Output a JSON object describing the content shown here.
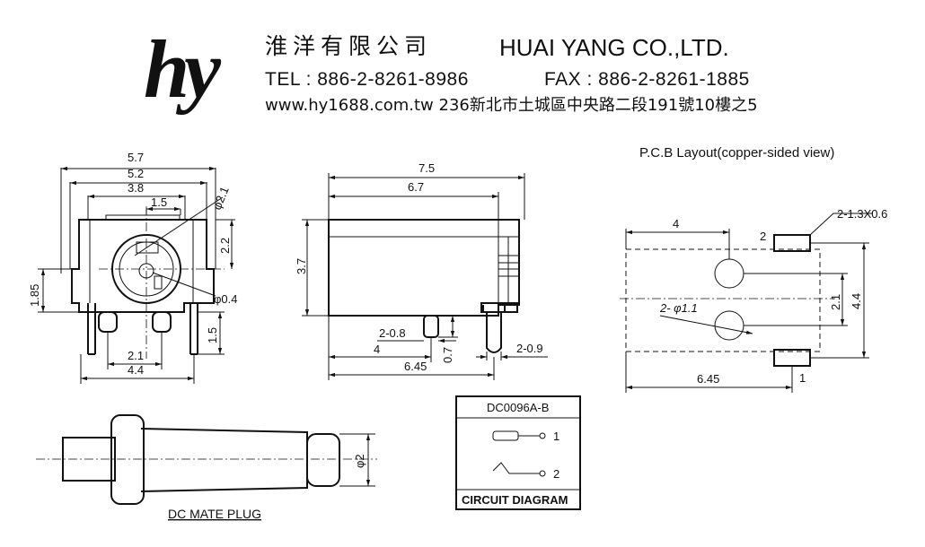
{
  "header": {
    "logo_text": "hy",
    "company_cn": "淮洋有限公司",
    "company_en": "HUAI YANG CO.,LTD.",
    "tel": "TEL : 886-2-8261-8986",
    "fax": "FAX : 886-2-8261-1885",
    "address": "www.hy1688.com.tw  236新北市土城區中央路二段191號10樓之5"
  },
  "front_view": {
    "dims": [
      "5.7",
      "5.2",
      "3.8",
      "1.5",
      "φ2.1",
      "2.2",
      "φ0.4",
      "1.85",
      "1.5",
      "2.1",
      "4.4"
    ]
  },
  "side_view": {
    "dims": [
      "7.5",
      "6.7",
      "3.7",
      "2-0.8",
      "4",
      "0.7",
      "2-0.9",
      "6.45"
    ]
  },
  "pcb_layout": {
    "title": "P.C.B Layout(copper-sided view)",
    "dims": [
      "4",
      "2-1.3X0.6",
      "2",
      "2.1",
      "4.4",
      "2- φ1.1",
      "1",
      "6.45"
    ]
  },
  "circuit": {
    "part_number": "DC0096A-B",
    "pin1": "1",
    "pin2": "2",
    "caption": "CIRCUIT DIAGRAM"
  },
  "plug": {
    "dim": "φ2",
    "caption": "DC MATE PLUG"
  }
}
